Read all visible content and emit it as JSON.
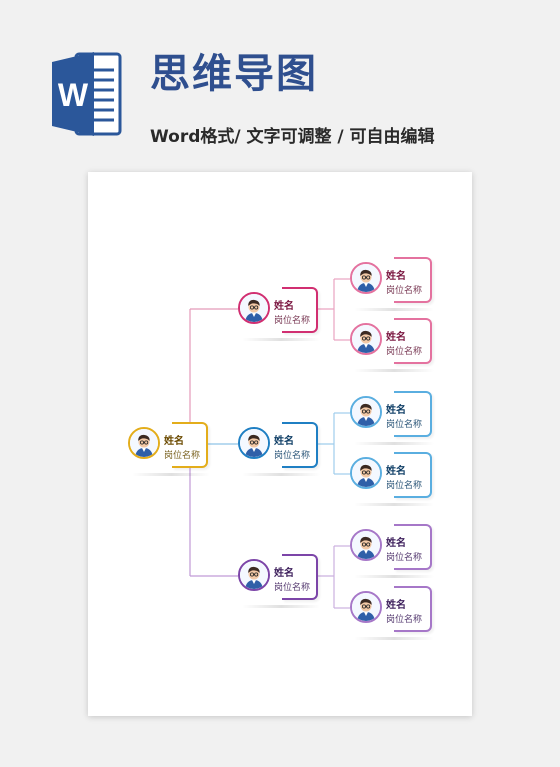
{
  "header": {
    "title": "思维导图",
    "subtitle": "Word格式/ 文字可调整 / 可自由编辑",
    "logo_letter": "W"
  },
  "colors": {
    "title": "#2f4f8f",
    "root": "#e3ad1b",
    "branch_pink": "#d12f71",
    "branch_blue": "#1f7fc3",
    "branch_purple": "#7c45a8",
    "leaf_pink": "#e4729f",
    "leaf_blue": "#5aaee0",
    "leaf_purple": "#a677c8"
  },
  "mindmap": {
    "root": {
      "name": "姓名",
      "position": "岗位名称",
      "icon": "person-avatar-icon"
    },
    "branches": [
      {
        "name": "姓名",
        "position": "岗位名称",
        "icon": "person-avatar-icon",
        "children": [
          {
            "name": "姓名",
            "position": "岗位名称",
            "icon": "person-avatar-icon"
          },
          {
            "name": "姓名",
            "position": "岗位名称",
            "icon": "person-avatar-icon"
          }
        ]
      },
      {
        "name": "姓名",
        "position": "岗位名称",
        "icon": "person-avatar-icon",
        "children": [
          {
            "name": "姓名",
            "position": "岗位名称",
            "icon": "person-avatar-icon"
          },
          {
            "name": "姓名",
            "position": "岗位名称",
            "icon": "person-avatar-icon"
          }
        ]
      },
      {
        "name": "姓名",
        "position": "岗位名称",
        "icon": "person-avatar-icon",
        "children": [
          {
            "name": "姓名",
            "position": "岗位名称",
            "icon": "person-avatar-icon"
          },
          {
            "name": "姓名",
            "position": "岗位名称",
            "icon": "person-avatar-icon"
          }
        ]
      }
    ]
  }
}
